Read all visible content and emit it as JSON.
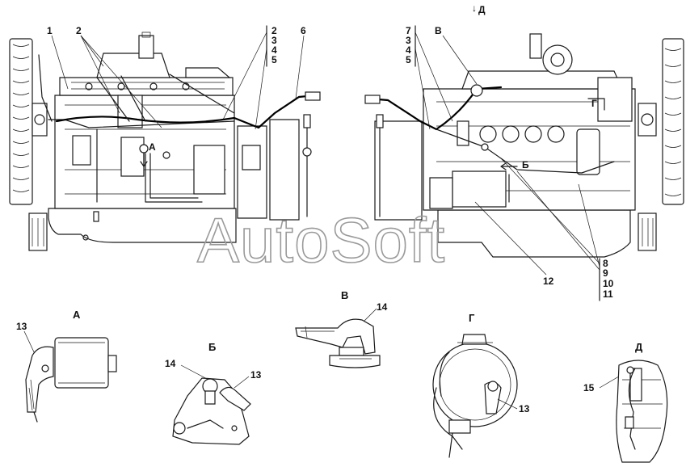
{
  "watermark": "AutoSoft",
  "left_view": {
    "callouts": [
      "1",
      "2",
      "2",
      "3",
      "4",
      "5",
      "6"
    ],
    "section_mark": "А"
  },
  "right_view": {
    "view_arrow": "Д",
    "callouts_stack_top": [
      "7",
      "3",
      "4",
      "5"
    ],
    "callout_v": "В",
    "callout_g": "Г",
    "section_mark": "Б",
    "callout_12": "12",
    "callouts_stack_bottom": [
      "8",
      "9",
      "10",
      "11"
    ]
  },
  "details": {
    "a": {
      "title": "А",
      "callout": "13"
    },
    "b": {
      "title": "Б",
      "callout_left": "14",
      "callout_right": "13"
    },
    "v": {
      "title": "В",
      "callout": "14"
    },
    "g": {
      "title": "Г",
      "callout": "13"
    },
    "d": {
      "title": "Д",
      "callout": "15"
    }
  }
}
